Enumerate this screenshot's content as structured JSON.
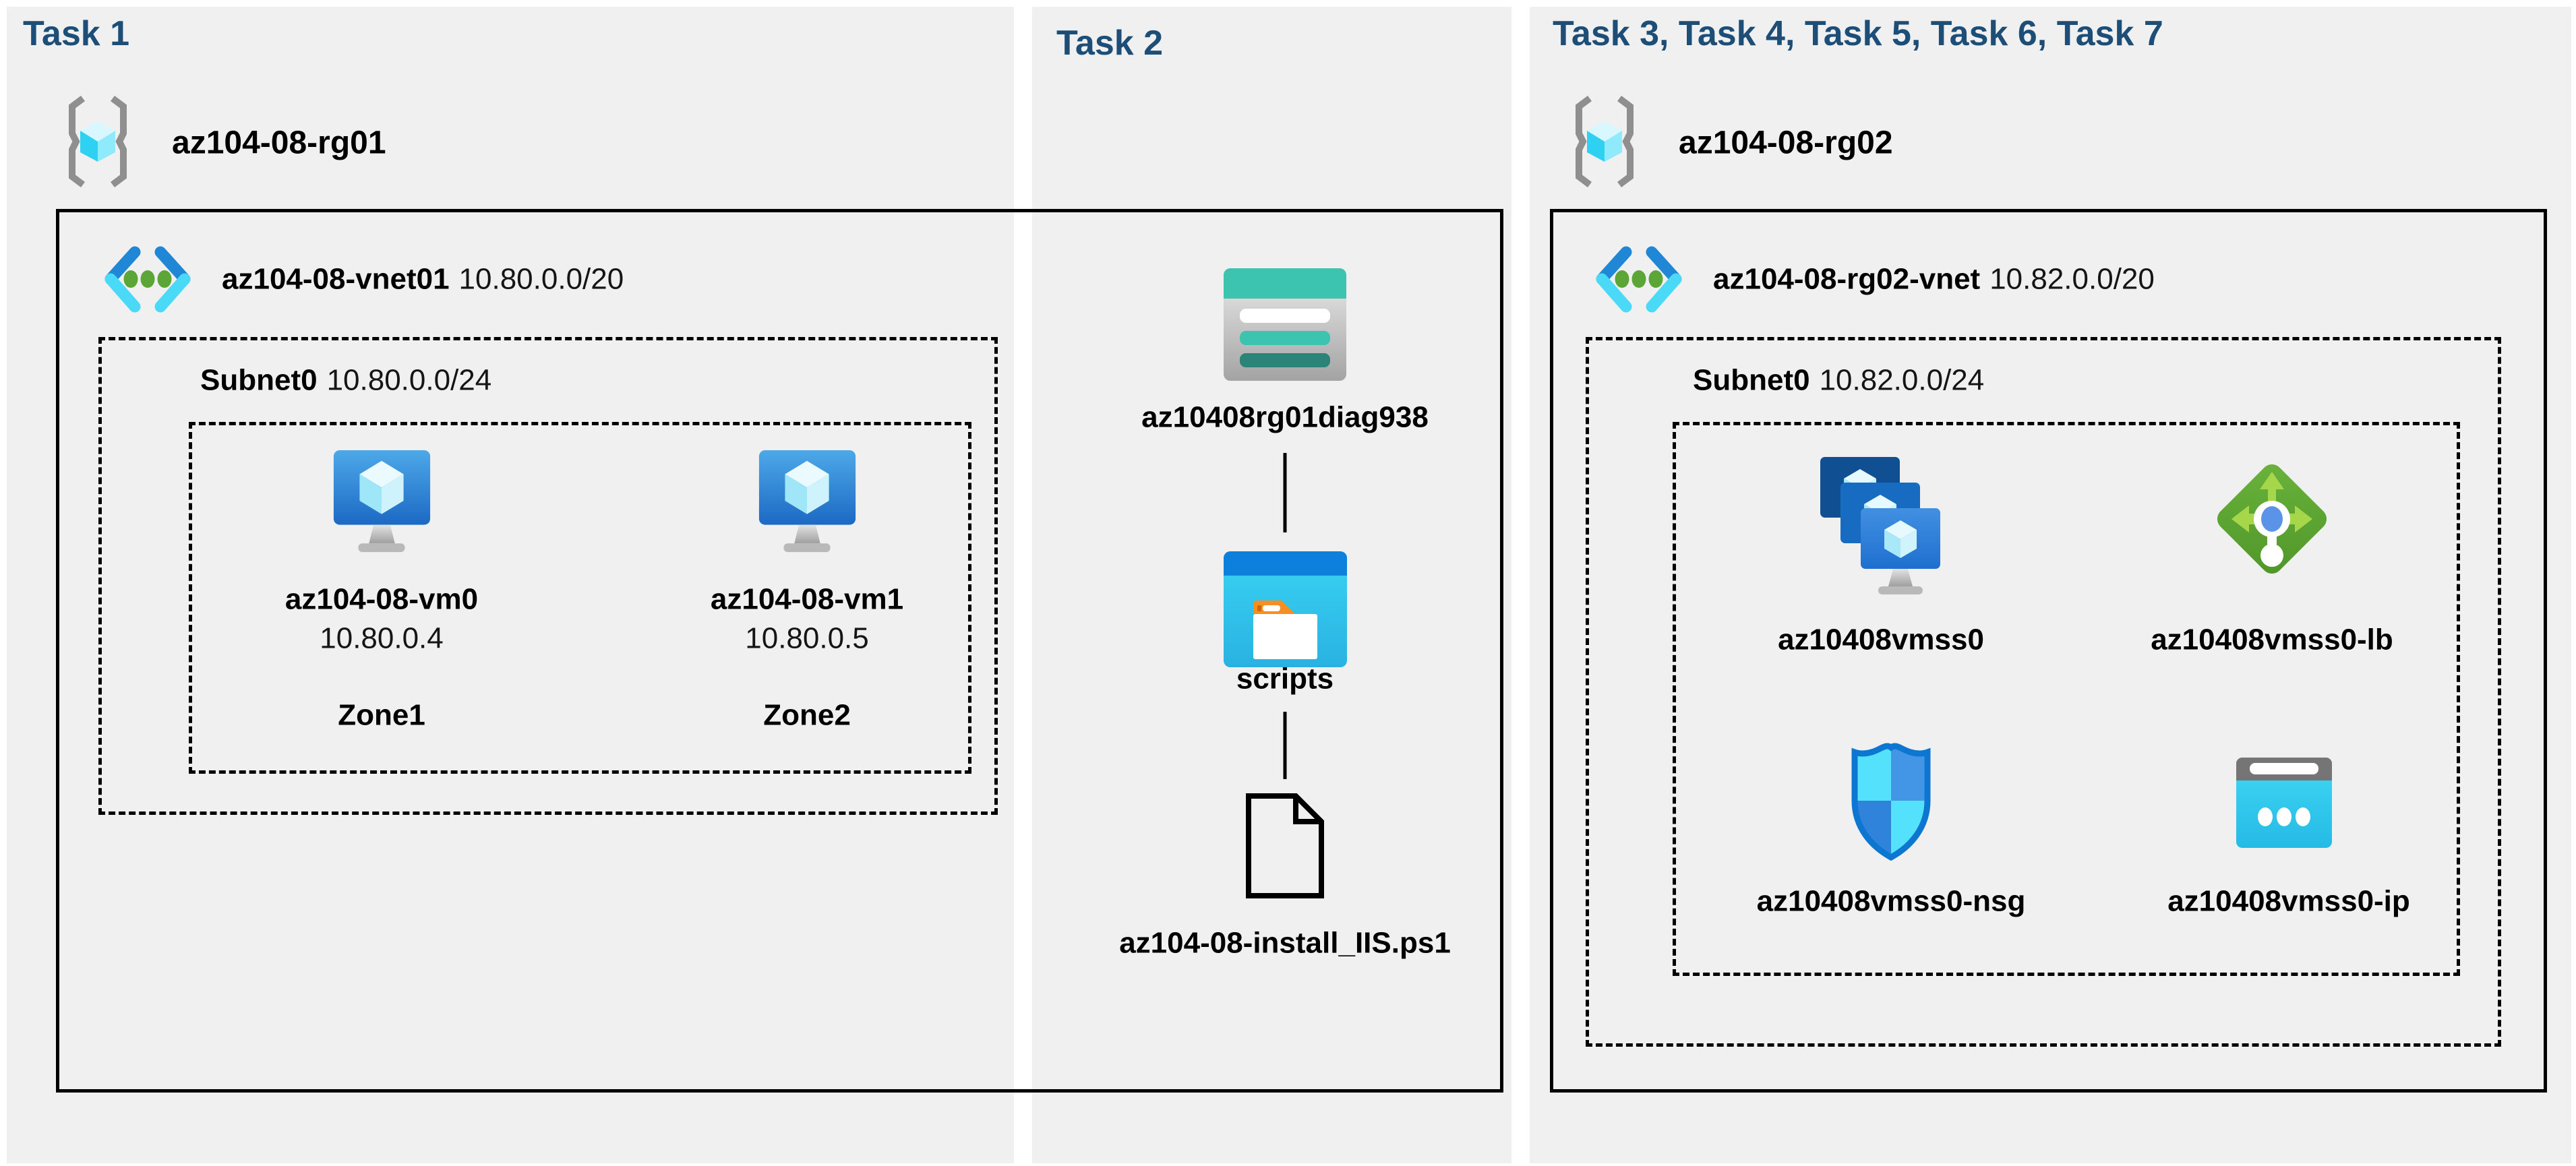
{
  "colors": {
    "page_bg": "#ffffff",
    "panel_bg": "#f0f0f1",
    "title_text": "#1c4e78",
    "label_text": "#000000",
    "border": "#000000"
  },
  "task1": {
    "title": "Task 1",
    "resource_group": "az104-08-rg01",
    "vnet_name": "az104-08-vnet01",
    "vnet_cidr": "10.80.0.0/20",
    "subnet_name": "Subnet0",
    "subnet_cidr": "10.80.0.0/24",
    "vms": [
      {
        "name": "az104-08-vm0",
        "ip": "10.80.0.4",
        "zone": "Zone1"
      },
      {
        "name": "az104-08-vm1",
        "ip": "10.80.0.5",
        "zone": "Zone2"
      }
    ]
  },
  "task2": {
    "title": "Task 2",
    "storage_account": "az10408rg01diag938",
    "container": "scripts",
    "script_file": "az104-08-install_IIS.ps1"
  },
  "task3": {
    "title": "Task 3, Task 4, Task 5, Task 6, Task 7",
    "resource_group": "az104-08-rg02",
    "vnet_name": "az104-08-rg02-vnet",
    "vnet_cidr": "10.82.0.0/20",
    "subnet_name": "Subnet0",
    "subnet_cidr": "10.82.0.0/24",
    "vmss": "az10408vmss0",
    "load_balancer": "az10408vmss0-lb",
    "nsg": "az10408vmss0-nsg",
    "public_ip": "az10408vmss0-ip"
  },
  "icons": {
    "resource-group": "grey-brackets-cyan-cube",
    "virtual-network": "blue-chevrons-green-dots",
    "virtual-machine": "blue-monitor-with-cube",
    "vm-scale-set": "three-stacked-blue-monitors",
    "load-balancer": "green-diamond-arrows-keyhole",
    "network-security-group": "quartered-blue-shield",
    "public-ip": "cyan-window-three-dots",
    "storage-account": "teal-table-rows",
    "blob-container": "blue-window-orange-folder",
    "ps1-file": "document-outline-folded-corner"
  }
}
